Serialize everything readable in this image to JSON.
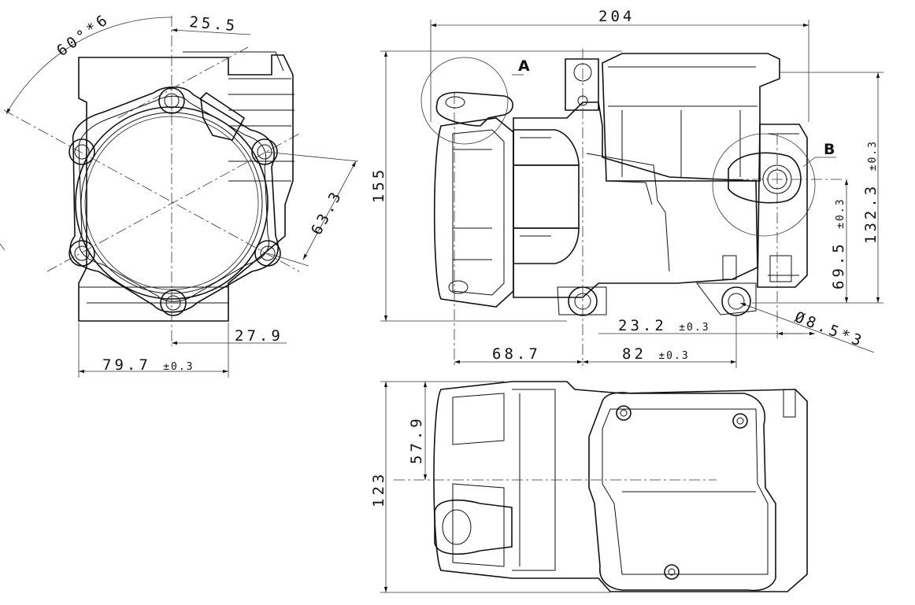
{
  "front_view": {
    "angle_dim": "60°*6",
    "offset_top": "25.5",
    "diag": "63.3",
    "bottom_offset": "27.9",
    "width": "79.7",
    "width_tol": "±0.3"
  },
  "side_view": {
    "length": "204",
    "height": "155",
    "mount_height": "132.3",
    "mount_height_tol": "±0.3",
    "boss_height": "69.5",
    "boss_height_tol": "±0.3",
    "left_offset": "68.7",
    "boss_spacing": "82",
    "boss_spacing_tol": "±0.3",
    "boss_offset": "23.2",
    "boss_offset_tol": "±0.3",
    "hole_dia": "Ø8.5*3",
    "detail_a": "A",
    "detail_b": "B"
  },
  "top_view": {
    "depth": "123",
    "half_depth": "57.9"
  }
}
